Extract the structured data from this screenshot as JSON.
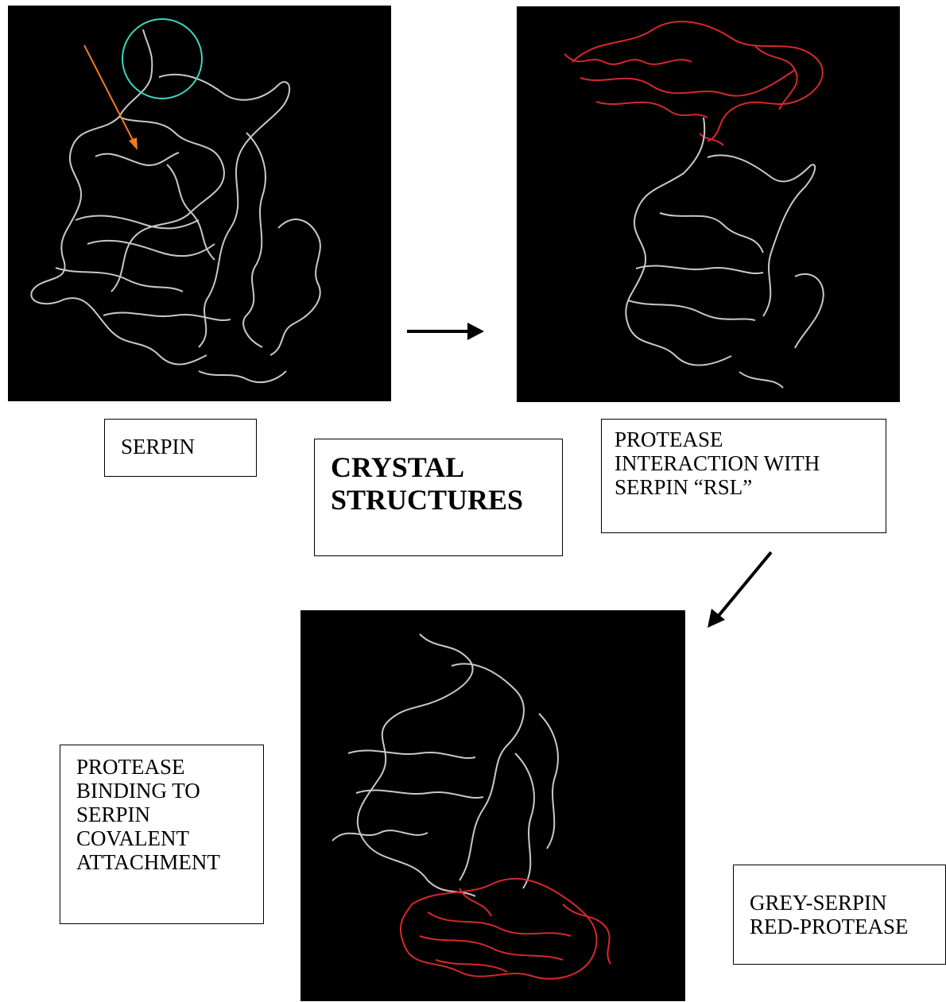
{
  "panels": [
    {
      "id": "serpin-structure",
      "colors": {
        "serpin": "#c8c8c8",
        "highlight_circle": "#3cd6c0",
        "pointer_arrow": "#f07a20"
      }
    },
    {
      "id": "protease-rsl-structure",
      "colors": {
        "serpin": "#c8c8c8",
        "protease": "#d62828"
      }
    },
    {
      "id": "covalent-complex-structure",
      "colors": {
        "serpin": "#c8c8c8",
        "protease": "#d62828"
      }
    }
  ],
  "labels": {
    "serpin": "SERPIN",
    "title_line1": "CRYSTAL",
    "title_line2": "STRUCTURES",
    "rsl_line1": "PROTEASE",
    "rsl_line2": "INTERACTION WITH",
    "rsl_line3": "SERPIN “RSL”",
    "cov_line1": "PROTEASE",
    "cov_line2": "BINDING TO",
    "cov_line3": "SERPIN",
    "cov_line4": "COVALENT",
    "cov_line5": "ATTACHMENT",
    "key_line1": "GREY-SERPIN",
    "key_line2": "RED-PROTEASE"
  }
}
